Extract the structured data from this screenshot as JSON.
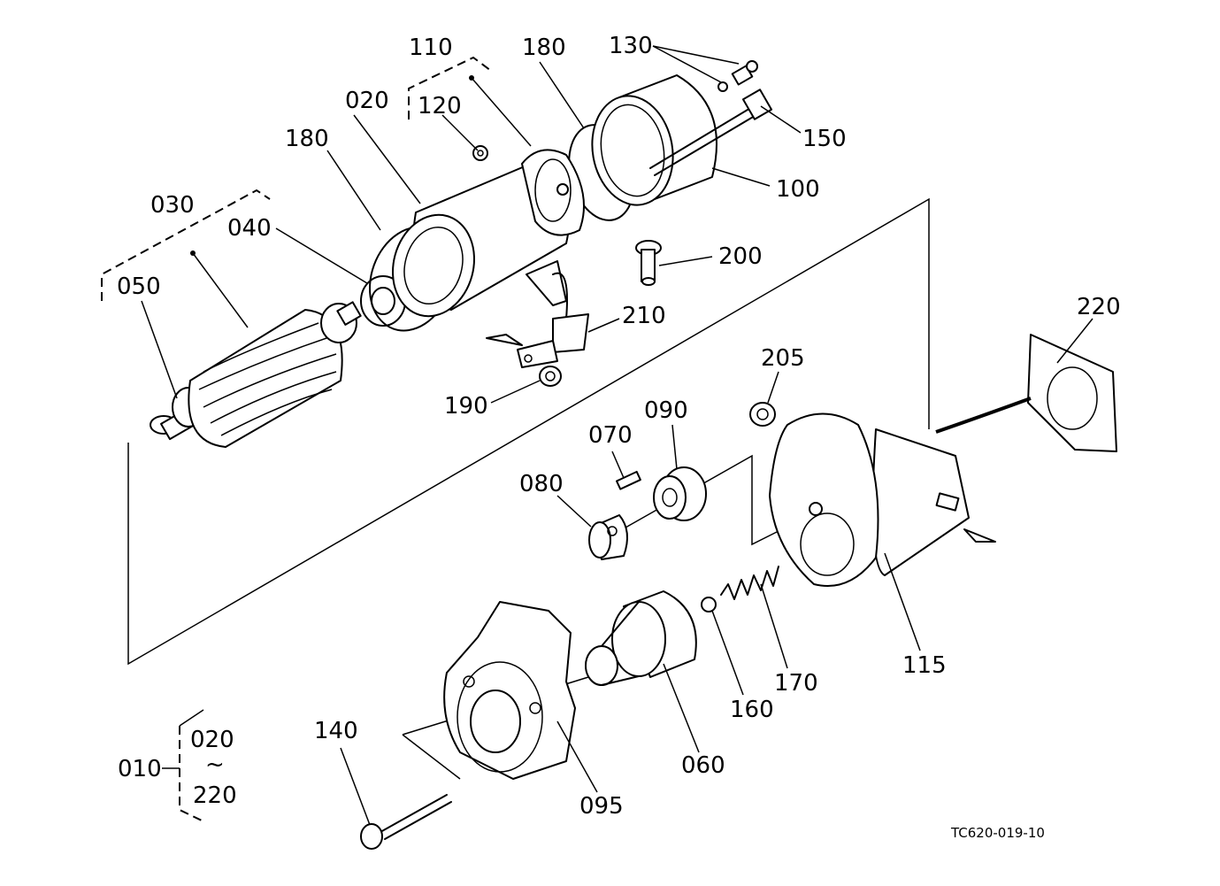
{
  "labels": {
    "p010": "010",
    "p020": "020",
    "p030": "030",
    "p040": "040",
    "p050": "050",
    "p060": "060",
    "p070": "070",
    "p080": "080",
    "p090": "090",
    "p095": "095",
    "p100": "100",
    "p110": "110",
    "p115": "115",
    "p120": "120",
    "p130": "130",
    "p140": "140",
    "p150": "150",
    "p160": "160",
    "p170": "170",
    "p180a": "180",
    "p180b": "180",
    "p190": "190",
    "p200": "200",
    "p205": "205",
    "p210": "210",
    "p220": "220"
  },
  "range": {
    "from": "020",
    "tilde": "~",
    "to": "220"
  },
  "drawing_code": "TC620-019-10"
}
